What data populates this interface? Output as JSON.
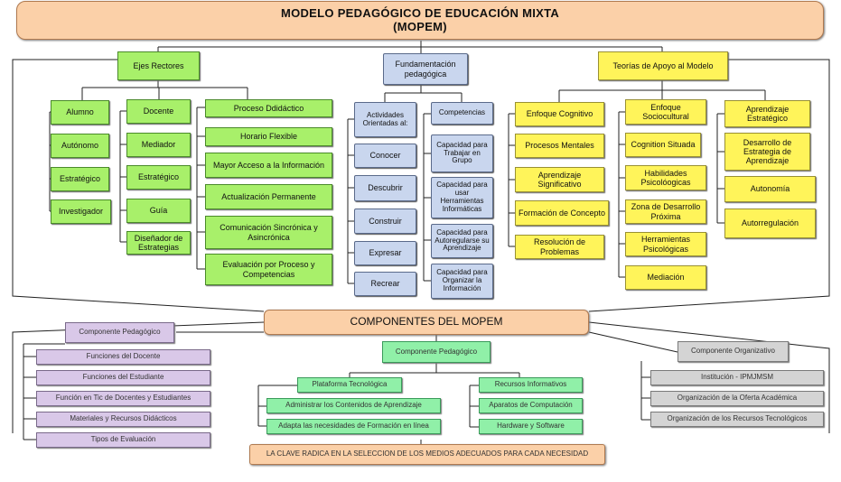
{
  "title": {
    "line1": "MODELO PEDAGÓGICO DE EDUCACIÓN MIXTA",
    "line2": "(MOPEM)"
  },
  "branches": {
    "ejes": "Ejes Rectores",
    "fundamentacion": "Fundamentación pedagógica",
    "teorias": "Teorías de Apoyo al Modelo"
  },
  "ejes_col1": [
    "Alumno",
    "Autónomo",
    "Estratégico",
    "Investigador"
  ],
  "ejes_col2": [
    "Docente",
    "Mediador",
    "Estratégico",
    "Guía",
    "Diseñador de Estrategias"
  ],
  "ejes_col3": [
    "Proceso Ddidáctico",
    "Horario Flexible",
    "Mayor Acceso a la Información",
    "Actualización Permanente",
    "Comunicación Sincrónica y Asincrónica",
    "Evaluación por Proceso y Competencias"
  ],
  "actividades": [
    "Actividades Orientadas al:",
    "Conocer",
    "Descubrir",
    "Construir",
    "Expresar",
    "Recrear"
  ],
  "competencias": [
    "Competencias",
    "Capacidad para Trabajar en Grupo",
    "Capacidad para usar Herramientas Informáticas",
    "Capacidad para Autoregularse su Aprendizaje",
    "Capacidad para Organizar la Información"
  ],
  "teorias_col1": [
    "Enfoque Cognitivo",
    "Procesos Mentales",
    "Aprendizaje Significativo",
    "Formación de Concepto",
    "Resolución de Problemas"
  ],
  "teorias_col2": [
    "Enfoque Sociocultural",
    "Cognition Situada",
    "Habilidades Psicolóogicas",
    "Zona de Desarrollo Próxima",
    "Herramientas Psicológicas",
    "Mediación"
  ],
  "teorias_col3": [
    "Aprendizaje Estratégico",
    "Desarrollo de Estrategia de Aprendizaje",
    "Autonomía",
    "Autorregulación"
  ],
  "componentes_title": "COMPONENTES DEL MOPEM",
  "pedagogico_left": {
    "head": "Componente Pedagógico",
    "items": [
      "Funciones del Docente",
      "Funciones del Estudiante",
      "Función en Tic de Docentes y Estudiantes",
      "Materiales y Recursos Didácticos",
      "Tipos de Evaluación"
    ]
  },
  "pedagogico_center": {
    "head": "Componente Pedagógico",
    "plataforma": "Plataforma Tecnológica",
    "plataforma_items": [
      "Administrar los Contenidos de Aprendizaje",
      "Adapta las necesidades de Formación en línea"
    ],
    "recursos": "Recursos Informativos",
    "recursos_items": [
      "Aparatos de Computación",
      "Hardware y Software"
    ]
  },
  "organizativo": {
    "head": "Componente Organizativo",
    "items": [
      "Institución - IPMJMSM",
      "Organización de la Oferta Académica",
      "Organización de los Recursos Tecnológicos"
    ]
  },
  "footer": "LA CLAVE RADICA EN LA SELECCION DE LOS MEDIOS ADECUADOS PARA CADA NECESIDAD",
  "colors": {
    "green": "#a8f06a",
    "blue": "#c9d6ee",
    "yellow": "#fff45a",
    "peach": "#fbd0a8",
    "lavender": "#d9c8e8",
    "mint": "#90f0a8",
    "gray": "#d4d4d4"
  }
}
